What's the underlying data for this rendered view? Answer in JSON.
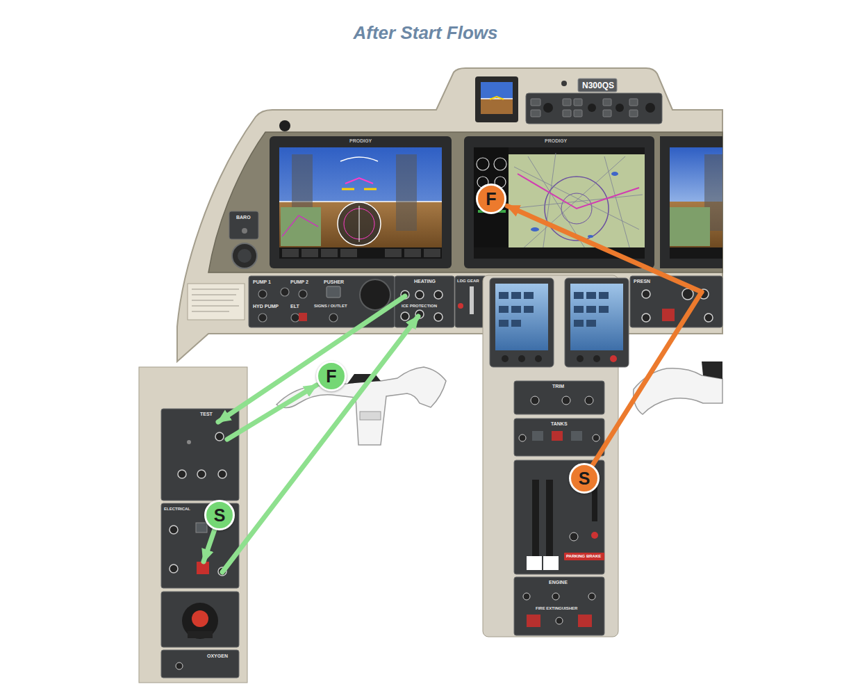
{
  "diagram": {
    "title": "After Start Flows",
    "nodes": [
      {
        "text": [
          "F"
        ]
      },
      {
        "text": [
          "F"
        ]
      },
      {
        "text": [
          "S"
        ]
      },
      {
        "text": [
          "S"
        ]
      }
    ],
    "edges": [
      {
        "from": 3,
        "to": 1,
        "arrow": "to"
      },
      {
        "from": 2,
        "to": 0,
        "arrow": "to"
      }
    ],
    "labels": [
      "N300QS",
      "PRODIGY",
      "PRODIGY",
      "BARO",
      "PUMP 1",
      "PUMP 2",
      "PUSHER",
      "HYD PUMP",
      "ELT",
      "SIGNS / OUTLET",
      "HEATING",
      "ICE PROTECTION",
      "LDG GEAR",
      "PRESN",
      "TRIM",
      "TANKS",
      "PARKING BRAKE",
      "ENGINE",
      "FIRE EXTINGUISHER",
      "TEST",
      "ELECTRICAL",
      "OXYGEN"
    ]
  }
}
